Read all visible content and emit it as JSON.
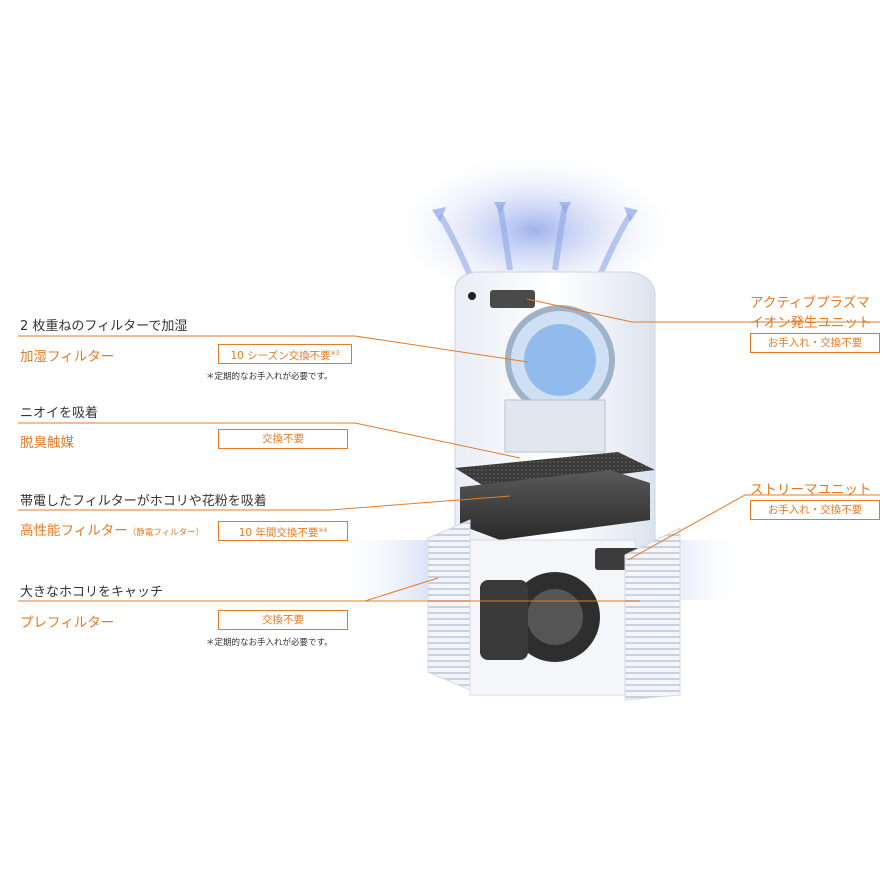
{
  "left_items": [
    {
      "heading": "2 枚重ねのフィルターで加湿",
      "name": "加湿フィルター",
      "badge": "10 シーズン交換不要",
      "badge_note_mark": "※3",
      "note": "＊定期的なお手入れが必要です。"
    },
    {
      "heading": "ニオイを吸着",
      "name": "脱臭触媒",
      "badge": "交換不要"
    },
    {
      "heading": "帯電したフィルターがホコリや花粉を吸着",
      "name": "高性能フィルター",
      "name_sub": "（静電フィルター）",
      "badge": "10 年間交換不要",
      "badge_note_mark": "※4"
    },
    {
      "heading": "大きなホコリをキャッチ",
      "name": "プレフィルター",
      "badge": "交換不要",
      "note": "＊定期的なお手入れが必要です。"
    }
  ],
  "right_items": [
    {
      "name_line1": "アクティブプラズマ",
      "name_line2": "イオン発生ユニット",
      "badge": "お手入れ・交換不要"
    },
    {
      "name_line1": "ストリーマユニット",
      "badge": "お手入れ・交換不要"
    }
  ],
  "colors": {
    "accent": "#e37b24",
    "text": "#333333",
    "airflow": "#8fa8e8"
  }
}
